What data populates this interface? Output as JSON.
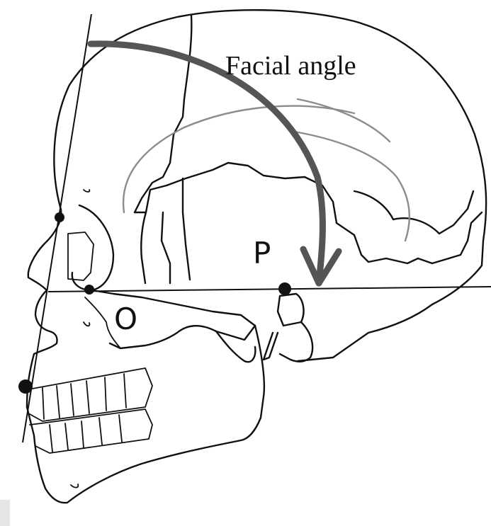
{
  "diagram": {
    "title": "Facial angle",
    "point_labels": {
      "orbitale": "O",
      "porion": "P"
    },
    "colors": {
      "ink": "#111111",
      "arrow": "#555555",
      "brain_outline": "#8c8c8c"
    }
  }
}
